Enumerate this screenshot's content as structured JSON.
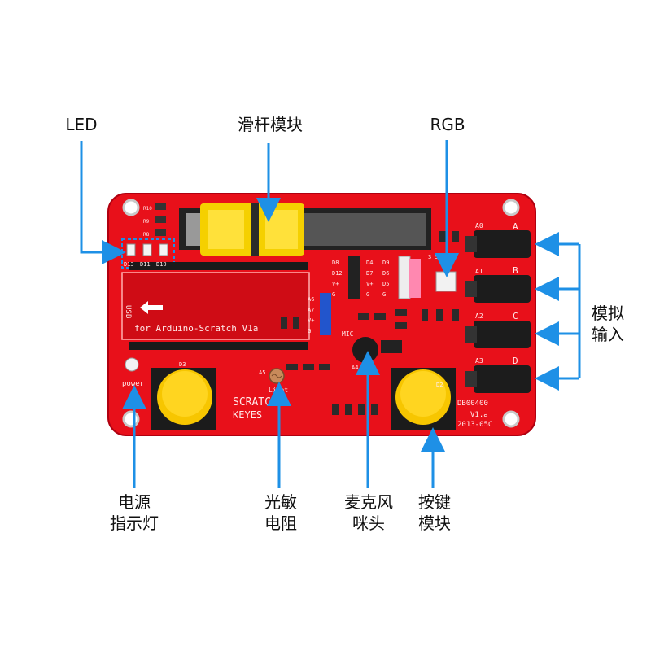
{
  "labels": {
    "led": "LED",
    "slider": "滑杆模块",
    "rgb": "RGB",
    "analog": [
      "模拟",
      "输入"
    ],
    "power": [
      "电源",
      "指示灯"
    ],
    "ldr": [
      "光敏",
      "电阻"
    ],
    "mic": [
      "麦克风",
      "咪头"
    ],
    "button": [
      "按键",
      "模块"
    ]
  },
  "board": {
    "silk_main": "for Arduino-Scratch V1a",
    "usb": "USB",
    "brand": [
      "SCRATCH",
      "KEYES"
    ],
    "power": "power",
    "led_names": [
      "D13",
      "D11",
      "D10"
    ],
    "res_labels": [
      "R10",
      "R9",
      "R8"
    ],
    "pin_left": [
      "D8",
      "D12",
      "V+",
      "G"
    ],
    "pin_mid": [
      "D4",
      "D7",
      "V+",
      "G"
    ],
    "pin_right": [
      "D9",
      "D6",
      "D5",
      "G"
    ],
    "pin_analog": [
      "A6",
      "A7",
      "V+",
      "G"
    ],
    "jack_names": [
      "A0",
      "A1",
      "A2",
      "A3"
    ],
    "jack_letters": [
      "A",
      "B",
      "C",
      "D"
    ],
    "mic": "MIC",
    "light": "Light",
    "a5": "A5",
    "a4": "A4",
    "d3": "D3",
    "d2": "D2",
    "model": "DB00400",
    "version": "V1.a",
    "date": "2013-05C",
    "rgb_pins": "3  5  6"
  },
  "colors": {
    "pcb": "#e8101a",
    "arrow": "#1e90e6",
    "button": "#f7c600",
    "slider_knob": "#f5d000"
  }
}
